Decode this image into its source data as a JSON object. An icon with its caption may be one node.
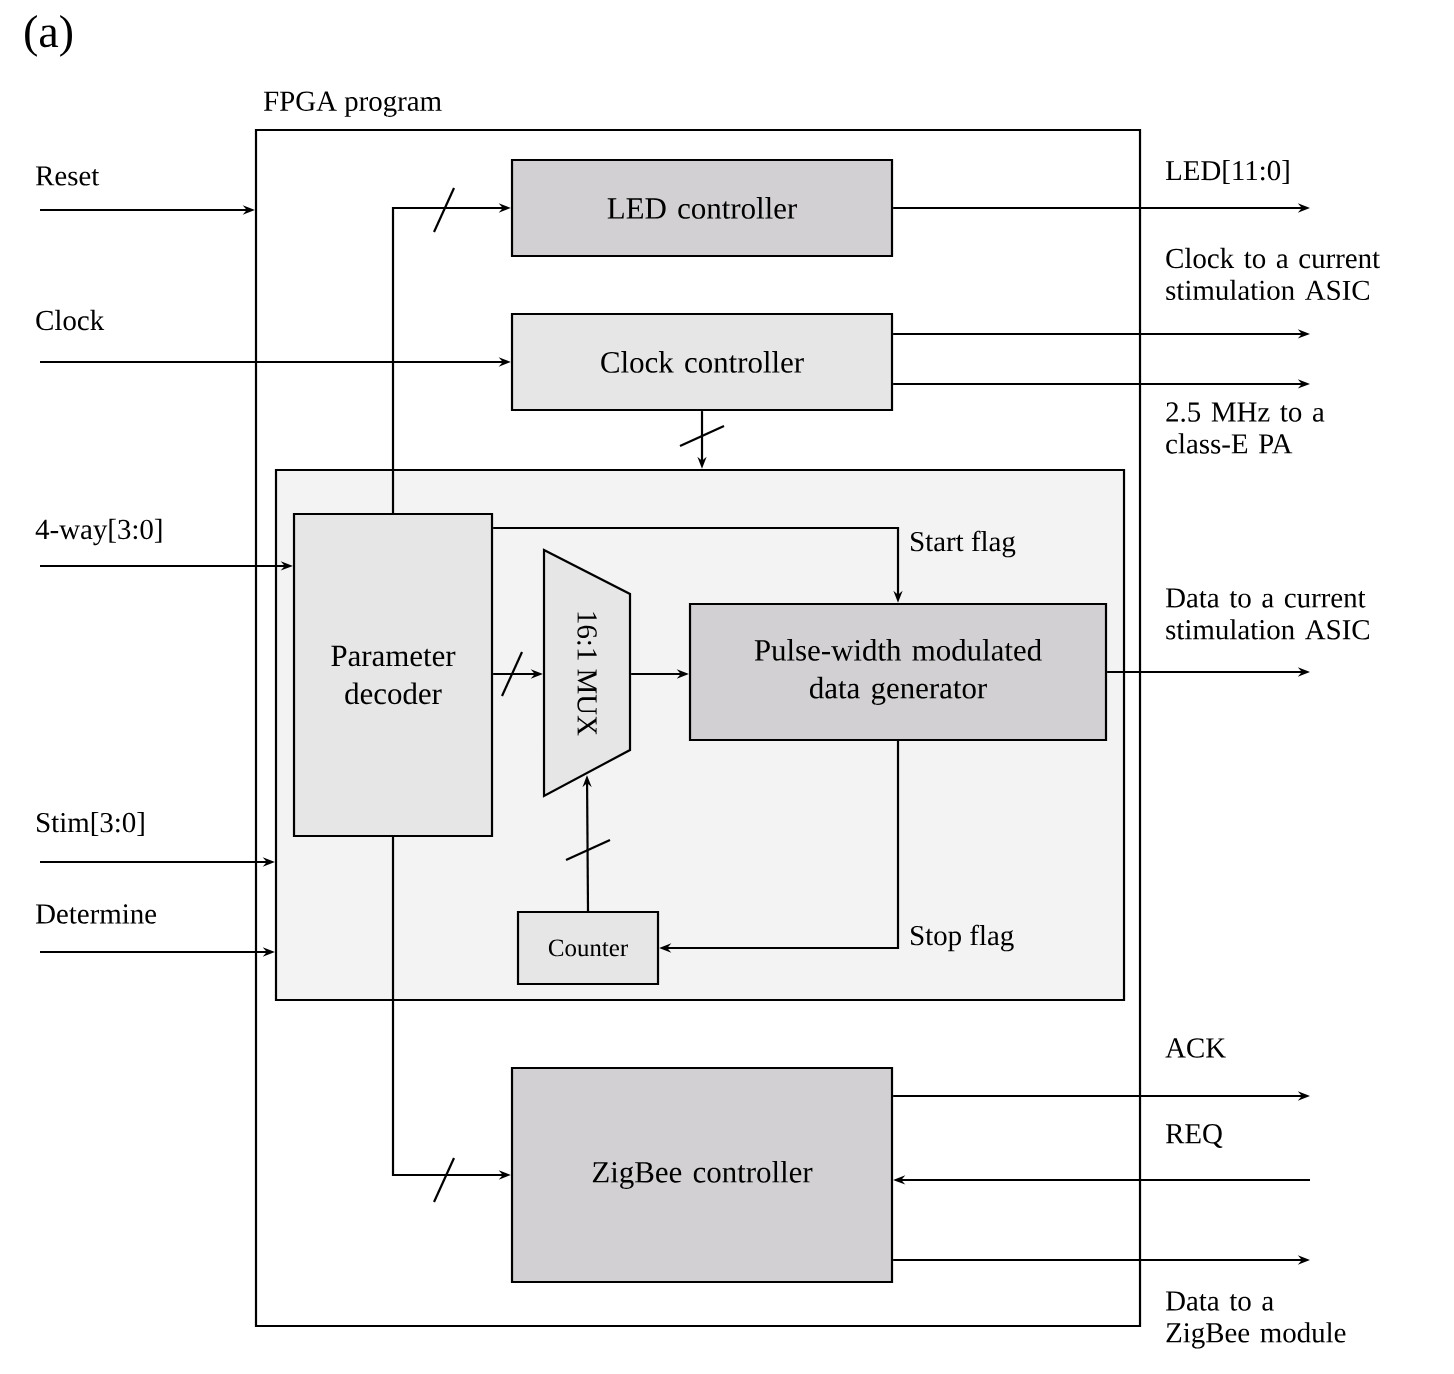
{
  "diagram": {
    "labels": [
      "(a)"
    ],
    "nodes": [
      {
        "text": [
          "FPGA program"
        ]
      },
      {
        "text": [
          "LED controller"
        ],
        "in": 0
      },
      {
        "text": [
          "Clock controller"
        ],
        "in": 0
      },
      {
        "text": [],
        "shape": "box",
        "in": 0
      },
      {
        "text": [
          "Parameter decoder"
        ],
        "in": 3
      },
      {
        "text": [
          "16:1 MUX"
        ],
        "in": 3
      },
      {
        "text": [
          "Pulse-width modulated data generator"
        ],
        "in": 3
      },
      {
        "text": [
          "Counter"
        ],
        "in": 3
      },
      {
        "text": [
          "ZigBee controller"
        ],
        "in": 0
      }
    ],
    "edges": [
      {
        "from": null,
        "to": 0,
        "arrow": "to",
        "label": "Reset"
      },
      {
        "from": null,
        "to": 2,
        "arrow": "to",
        "label": "Clock"
      },
      {
        "from": null,
        "to": 4,
        "arrow": "to",
        "label": "4-way[3:0]"
      },
      {
        "from": null,
        "to": 3,
        "arrow": "to",
        "label": "Stim[3:0]"
      },
      {
        "from": null,
        "to": 3,
        "arrow": "to",
        "label": "Determine"
      },
      {
        "from": 4,
        "to": 1,
        "arrow": "to"
      },
      {
        "from": 1,
        "to": null,
        "arrow": "to",
        "label": "LED[11:0]"
      },
      {
        "from": 2,
        "to": null,
        "arrow": "to",
        "label": "Clock to a current stimulation ASIC"
      },
      {
        "from": 2,
        "to": null,
        "arrow": "to",
        "label": "2.5 MHz to a class-E PA"
      },
      {
        "from": 2,
        "to": 3,
        "arrow": "to"
      },
      {
        "from": 4,
        "to": 6,
        "arrow": "to",
        "label": "Start flag"
      },
      {
        "from": 4,
        "to": 5,
        "arrow": "to"
      },
      {
        "from": 5,
        "to": 6,
        "arrow": "to"
      },
      {
        "from": 6,
        "to": null,
        "arrow": "to",
        "label": "Data to a current stimulation ASIC"
      },
      {
        "from": 6,
        "to": 7,
        "arrow": "to",
        "label": "Stop flag"
      },
      {
        "from": 7,
        "to": 5,
        "arrow": "to"
      },
      {
        "from": 4,
        "to": 8,
        "arrow": "to"
      },
      {
        "from": 8,
        "to": null,
        "arrow": "to",
        "label": "ACK"
      },
      {
        "from": null,
        "to": 8,
        "arrow": "to",
        "label": "REQ"
      },
      {
        "from": 8,
        "to": null,
        "arrow": "to",
        "label": "Data to a ZigBee module"
      }
    ]
  }
}
